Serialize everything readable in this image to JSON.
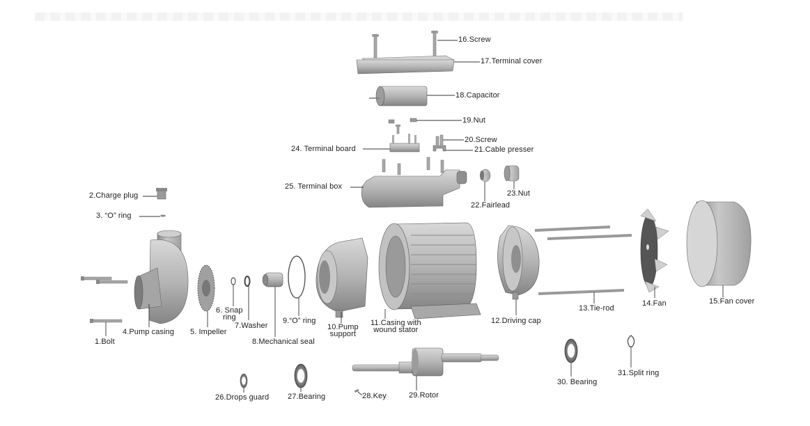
{
  "diagram": {
    "type": "exploded-parts-diagram",
    "subject": "Electric pump motor",
    "colors": {
      "part_fill": "#b9b9b9",
      "part_dark": "#7d7d7d",
      "part_light": "#dcdcdc",
      "leader_line": "#333333",
      "label_text": "#1c1c1c",
      "background": "#ffffff"
    },
    "parts": [
      {
        "id": 1,
        "label": "1.Bolt"
      },
      {
        "id": 2,
        "label": "2.Charge plug"
      },
      {
        "id": 3,
        "label": "3. “O” ring"
      },
      {
        "id": 4,
        "label": "4.Pump casing"
      },
      {
        "id": 5,
        "label": "5. Impeller"
      },
      {
        "id": 6,
        "label_line1": "6. Snap",
        "label_line2": "ring"
      },
      {
        "id": 7,
        "label": "7.Washer"
      },
      {
        "id": 8,
        "label": "8.Mechanical seal"
      },
      {
        "id": 9,
        "label": "9.“O” ring"
      },
      {
        "id": 10,
        "label_line1": "10.Pump",
        "label_line2": "support"
      },
      {
        "id": 11,
        "label_line1": "11.Casing with",
        "label_line2": "wound stator"
      },
      {
        "id": 12,
        "label": "12.Driving cap"
      },
      {
        "id": 13,
        "label": "13.Tie-rod"
      },
      {
        "id": 14,
        "label": "14.Fan"
      },
      {
        "id": 15,
        "label": "15.Fan cover"
      },
      {
        "id": 16,
        "label": "16.Screw"
      },
      {
        "id": 17,
        "label": "17.Terminal cover"
      },
      {
        "id": 18,
        "label": "18.Capacitor"
      },
      {
        "id": 19,
        "label": "19.Nut"
      },
      {
        "id": 20,
        "label": "20.Screw"
      },
      {
        "id": 21,
        "label": "21.Cable presser"
      },
      {
        "id": 22,
        "label": "22.Fairlead"
      },
      {
        "id": 23,
        "label": "23.Nut"
      },
      {
        "id": 24,
        "label": "24. Terminal board"
      },
      {
        "id": 25,
        "label": "25. Terminal box"
      },
      {
        "id": 26,
        "label": "26.Drops guard"
      },
      {
        "id": 27,
        "label": "27.Bearing"
      },
      {
        "id": 28,
        "label": "28.Key"
      },
      {
        "id": 29,
        "label": "29.Rotor"
      },
      {
        "id": 30,
        "label": "30. Bearing"
      },
      {
        "id": 31,
        "label": "31.Split ring"
      }
    ]
  }
}
